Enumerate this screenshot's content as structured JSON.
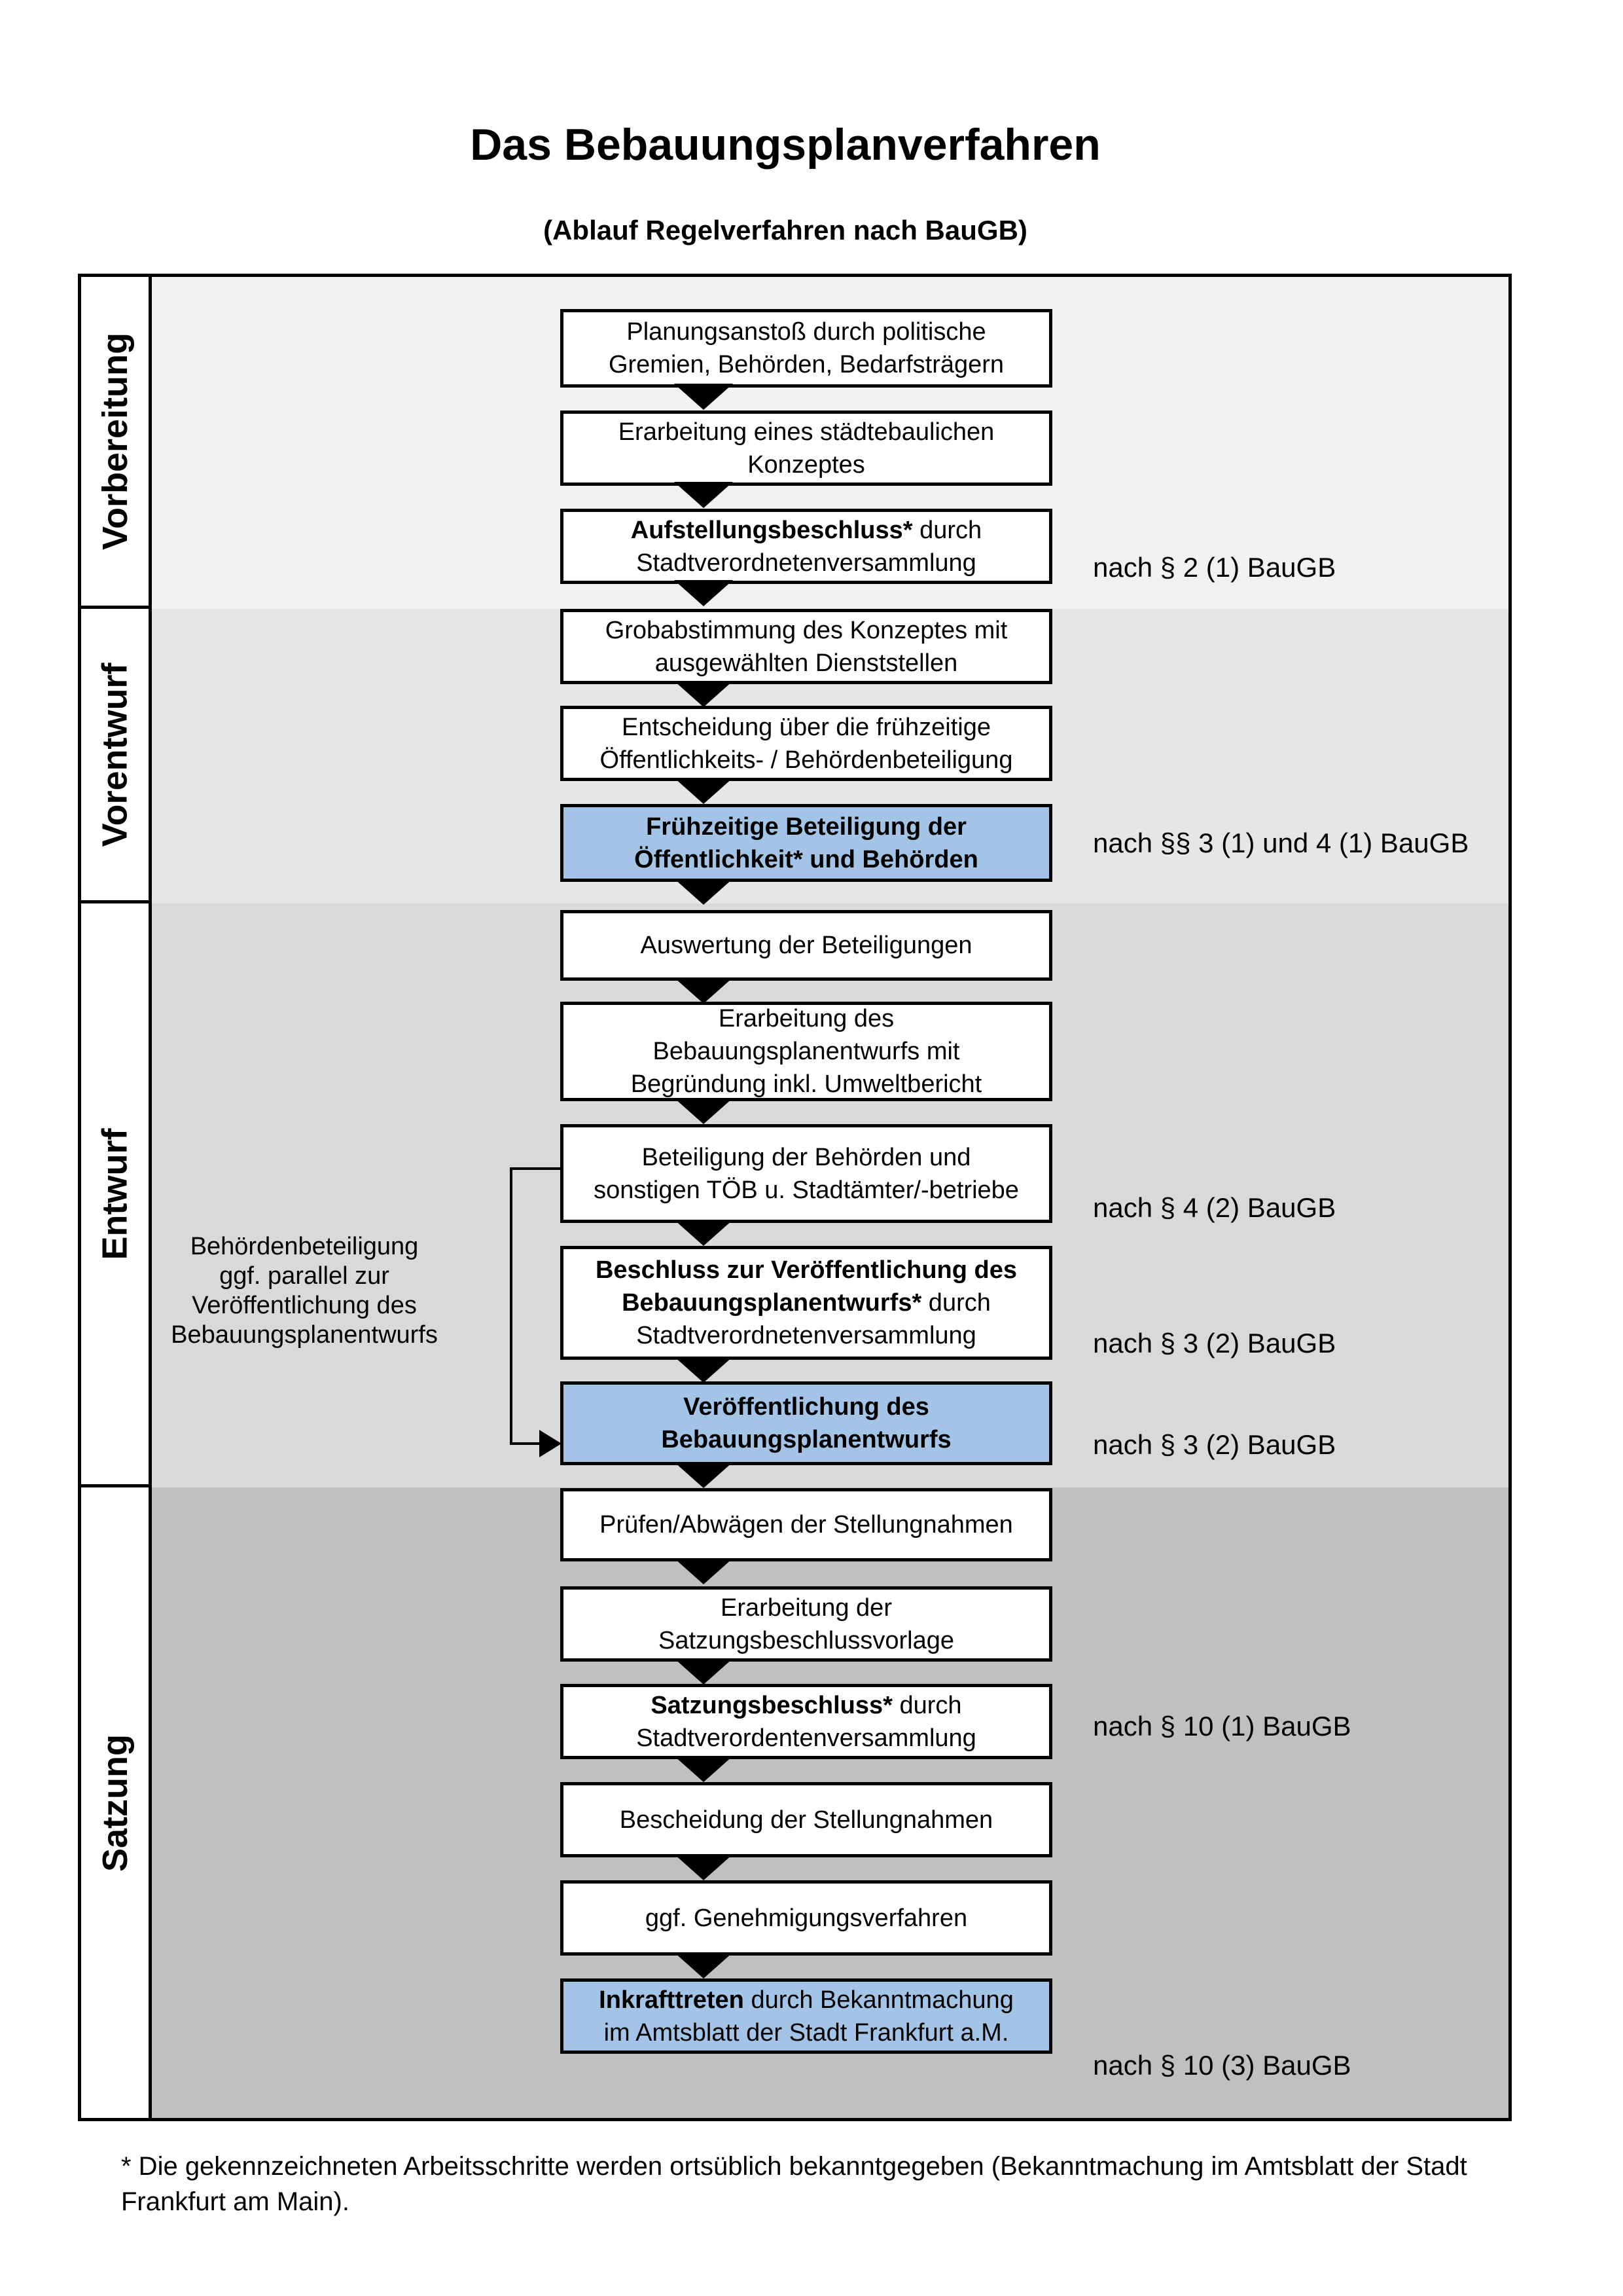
{
  "title": "Das Bebauungsplanverfahren",
  "subtitle": "(Ablauf Regelverfahren nach BauGB)",
  "phases": [
    {
      "label": "Vorbereitung"
    },
    {
      "label": "Vorentwurf"
    },
    {
      "label": "Entwurf"
    },
    {
      "label": "Satzung"
    }
  ],
  "steps": [
    {
      "bold": "",
      "rest": "Planungsanstoß durch politische\nGremien, Behörden, Bedarfsträgern",
      "highlighted": false
    },
    {
      "bold": "",
      "rest": "Erarbeitung eines städtebaulichen\nKonzeptes",
      "highlighted": false
    },
    {
      "bold": "Aufstellungsbeschluss*",
      "rest": " durch\nStadtverordnetenversammlung",
      "highlighted": false
    },
    {
      "bold": "",
      "rest": "Grobabstimmung des Konzeptes mit\nausgewählten Dienststellen",
      "highlighted": false
    },
    {
      "bold": "",
      "rest": "Entscheidung über die frühzeitige\nÖffentlichkeits- / Behördenbeteiligung",
      "highlighted": false
    },
    {
      "bold": "Frühzeitige Beteiligung der\nÖffentlichkeit* und Behörden",
      "rest": "",
      "highlighted": true
    },
    {
      "bold": "",
      "rest": "Auswertung der Beteiligungen",
      "highlighted": false
    },
    {
      "bold": "",
      "rest": "Erarbeitung des\nBebauungsplanentwurfs mit\nBegründung inkl. Umweltbericht",
      "highlighted": false
    },
    {
      "bold": "",
      "rest": "Beteiligung der Behörden und\nsonstigen TÖB u. Stadtämter/-betriebe",
      "highlighted": false
    },
    {
      "bold": "Beschluss zur Veröffentlichung des\nBebauungsplanentwurfs*",
      "rest": " durch\nStadtverordnetenversammlung",
      "highlighted": false
    },
    {
      "bold": "Veröffentlichung des\nBebauungsplanentwurfs",
      "rest": "",
      "highlighted": true
    },
    {
      "bold": "",
      "rest": "Prüfen/Abwägen der Stellungnahmen",
      "highlighted": false
    },
    {
      "bold": "",
      "rest": "Erarbeitung der\nSatzungsbeschlussvorlage",
      "highlighted": false
    },
    {
      "bold": "Satzungsbeschluss*",
      "rest": " durch\nStadtverordentenversammlung",
      "highlighted": false
    },
    {
      "bold": "",
      "rest": "Bescheidung der Stellungnahmen",
      "highlighted": false
    },
    {
      "bold": "",
      "rest": "ggf. Genehmigungsverfahren",
      "highlighted": false
    },
    {
      "bold": "Inkrafttreten",
      "rest": " durch Bekanntmachung\nim Amtsblatt der Stadt Frankfurt a.M.",
      "highlighted": true
    }
  ],
  "references": [
    "nach § 2 (1) BauGB",
    "nach §§ 3 (1) und 4 (1) BauGB",
    "nach § 4 (2) BauGB",
    "nach § 3 (2) BauGB",
    "nach § 3 (2) BauGB",
    "nach § 10 (1) BauGB",
    "nach § 10 (3) BauGB"
  ],
  "side_note": "Behördenbeteiligung\nggf. parallel zur\nVeröffentlichung des\nBebauungsplanentwurfs",
  "footnote": "* Die gekennzeichneten Arbeitsschritte werden ortsüblich bekanntgegeben (Bekanntmachung im Amtsblatt der Stadt\nFrankfurt am Main).",
  "colors": {
    "phase_band_1": "#f1f1f1",
    "phase_band_2": "#e6e6e6",
    "phase_band_3": "#d9d9d9",
    "phase_band_4": "#c0c0c0",
    "highlight_fill": "#a3c4e6",
    "border": "#000000"
  }
}
